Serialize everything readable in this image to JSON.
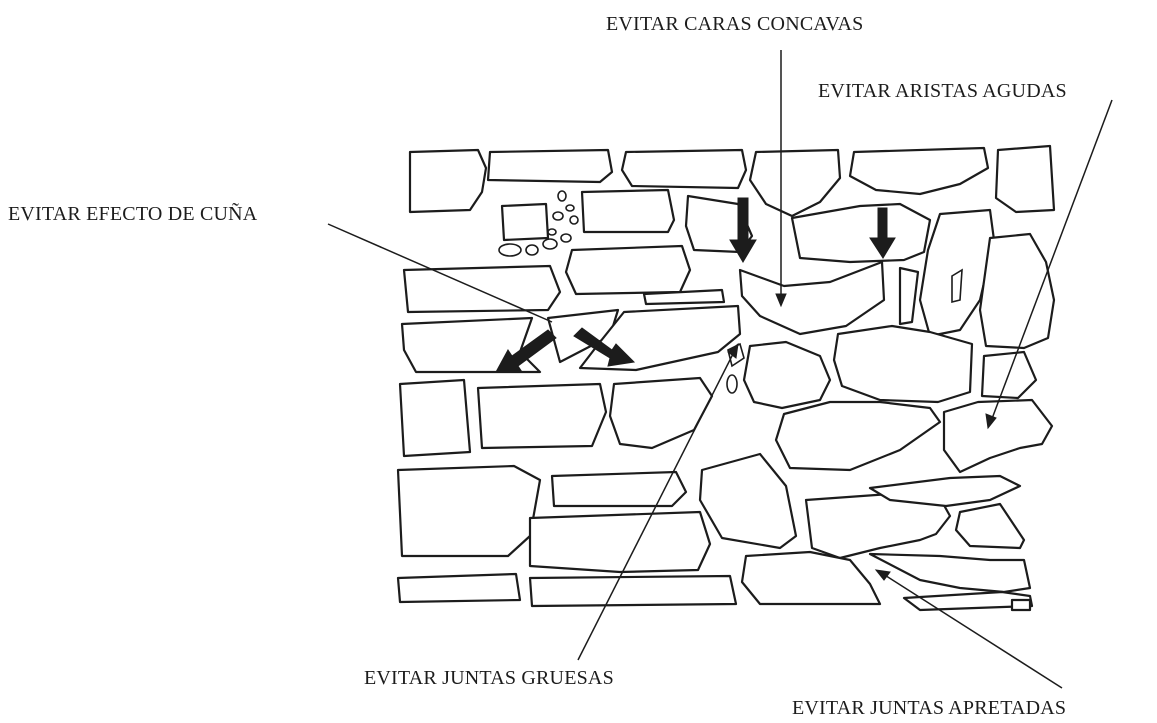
{
  "labels": {
    "concave_faces": "EVITAR CARAS CONCAVAS",
    "sharp_edges": "EVITAR ARISTAS AGUDAS",
    "wedge_effect": "EVITAR EFECTO DE CUÑA",
    "thick_joints": "EVITAR JUNTAS GRUESAS",
    "tight_joints": "EVITAR JUNTAS APRETADAS"
  }
}
